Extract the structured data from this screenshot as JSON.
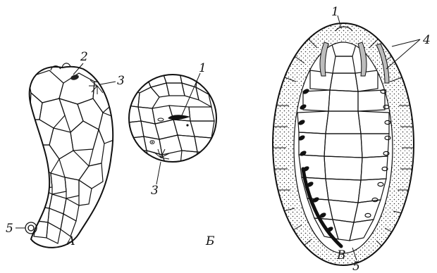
{
  "figure": {
    "panels": [
      {
        "id": "A",
        "caption": "А",
        "callouts": [
          "2",
          "3",
          "5"
        ]
      },
      {
        "id": "B",
        "caption": "Б",
        "callouts": [
          "1",
          "3"
        ]
      },
      {
        "id": "V",
        "caption": "В",
        "callouts": [
          "1",
          "4",
          "5"
        ]
      }
    ]
  }
}
